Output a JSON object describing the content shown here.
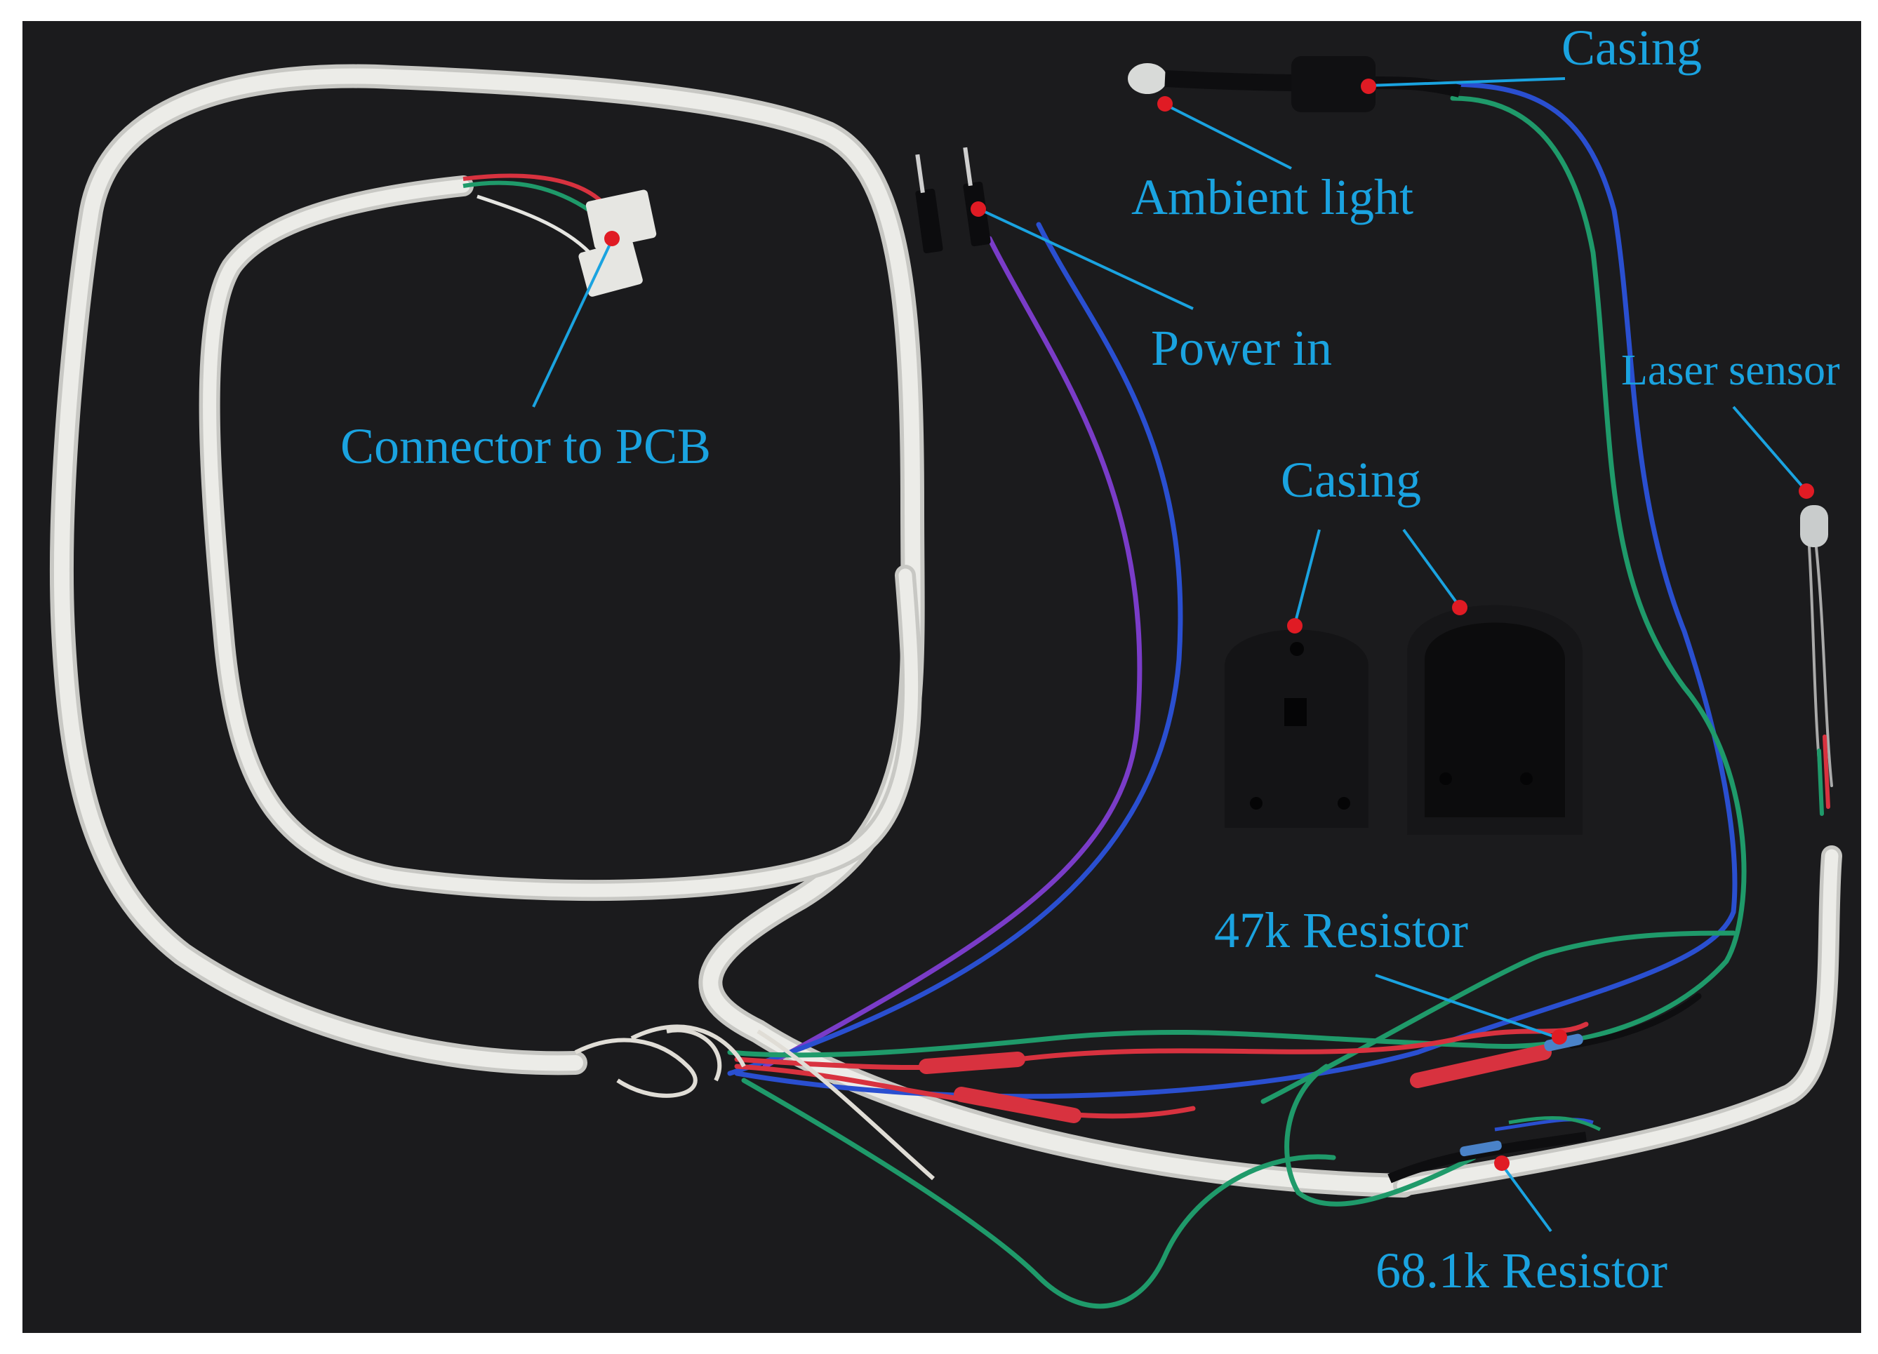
{
  "image": {
    "description_colors": {
      "background": "#1c1c1e",
      "label": "#1aa3e0",
      "marker": "#e01b24",
      "white_cable": "#e6e6e2",
      "green_wire": "#1f9a6a",
      "blue_wire": "#2a4fd0",
      "purple_wire": "#7a3cc8",
      "red_wire": "#d8323f",
      "casing": "#121214"
    }
  },
  "annotations": {
    "casing_top": "Casing",
    "ambient_light": "Ambient light",
    "power_in": "Power in",
    "connector_to_pcb": "Connector to PCB",
    "laser_sensor": "Laser sensor",
    "casing_middle": "Casing",
    "resistor_47k": "47k Resistor",
    "resistor_68k": "68.1k Resistor"
  }
}
